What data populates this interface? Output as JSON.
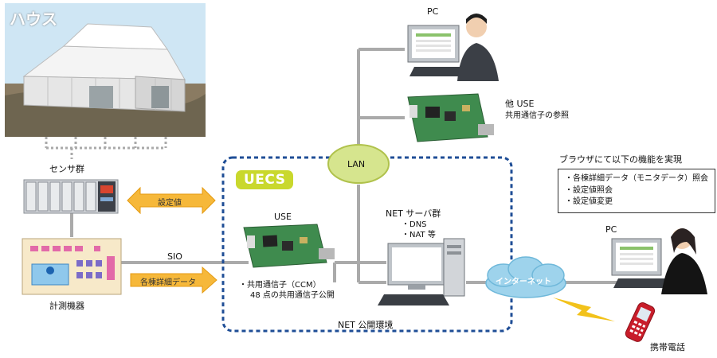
{
  "house": {
    "label": "ハウス"
  },
  "sensors": {
    "label": "センサ群"
  },
  "instrument": {
    "label": "計測機器"
  },
  "arrows": {
    "setpoint": "設定値",
    "detail_data": "各棟詳細データ",
    "sio": "SIO"
  },
  "uecs": {
    "badge": "UECS",
    "area_label": "NET 公開環境"
  },
  "use_board": {
    "title": "USE",
    "note_line1": "・共用通信子（CCM）",
    "note_line2": "48 点の共用通信子公開"
  },
  "other_use": {
    "title": "他 USE",
    "note": "共用通信子の参照"
  },
  "lan": {
    "label": "LAN"
  },
  "server": {
    "title": "NET サーバ群",
    "items": [
      "・DNS",
      "・NAT 等"
    ]
  },
  "internet": {
    "label": "インターネット"
  },
  "pc_top": {
    "label": "PC"
  },
  "pc_right": {
    "label": "PC"
  },
  "browser": {
    "heading": "ブラウザにて以下の機能を実現",
    "items": [
      "・各棟詳細データ（モニタデータ）照会",
      "・設定値照会",
      "・設定値変更"
    ]
  },
  "phone": {
    "label": "携帯電話"
  },
  "colors": {
    "uecs_border": "#1f4e96",
    "uecs_badge": "#c9d82d",
    "lan_fill": "#d6e58e",
    "internet_fill": "#9ed3ec",
    "arrow_fill": "#f6b83a",
    "wire": "#aaaaaa"
  }
}
